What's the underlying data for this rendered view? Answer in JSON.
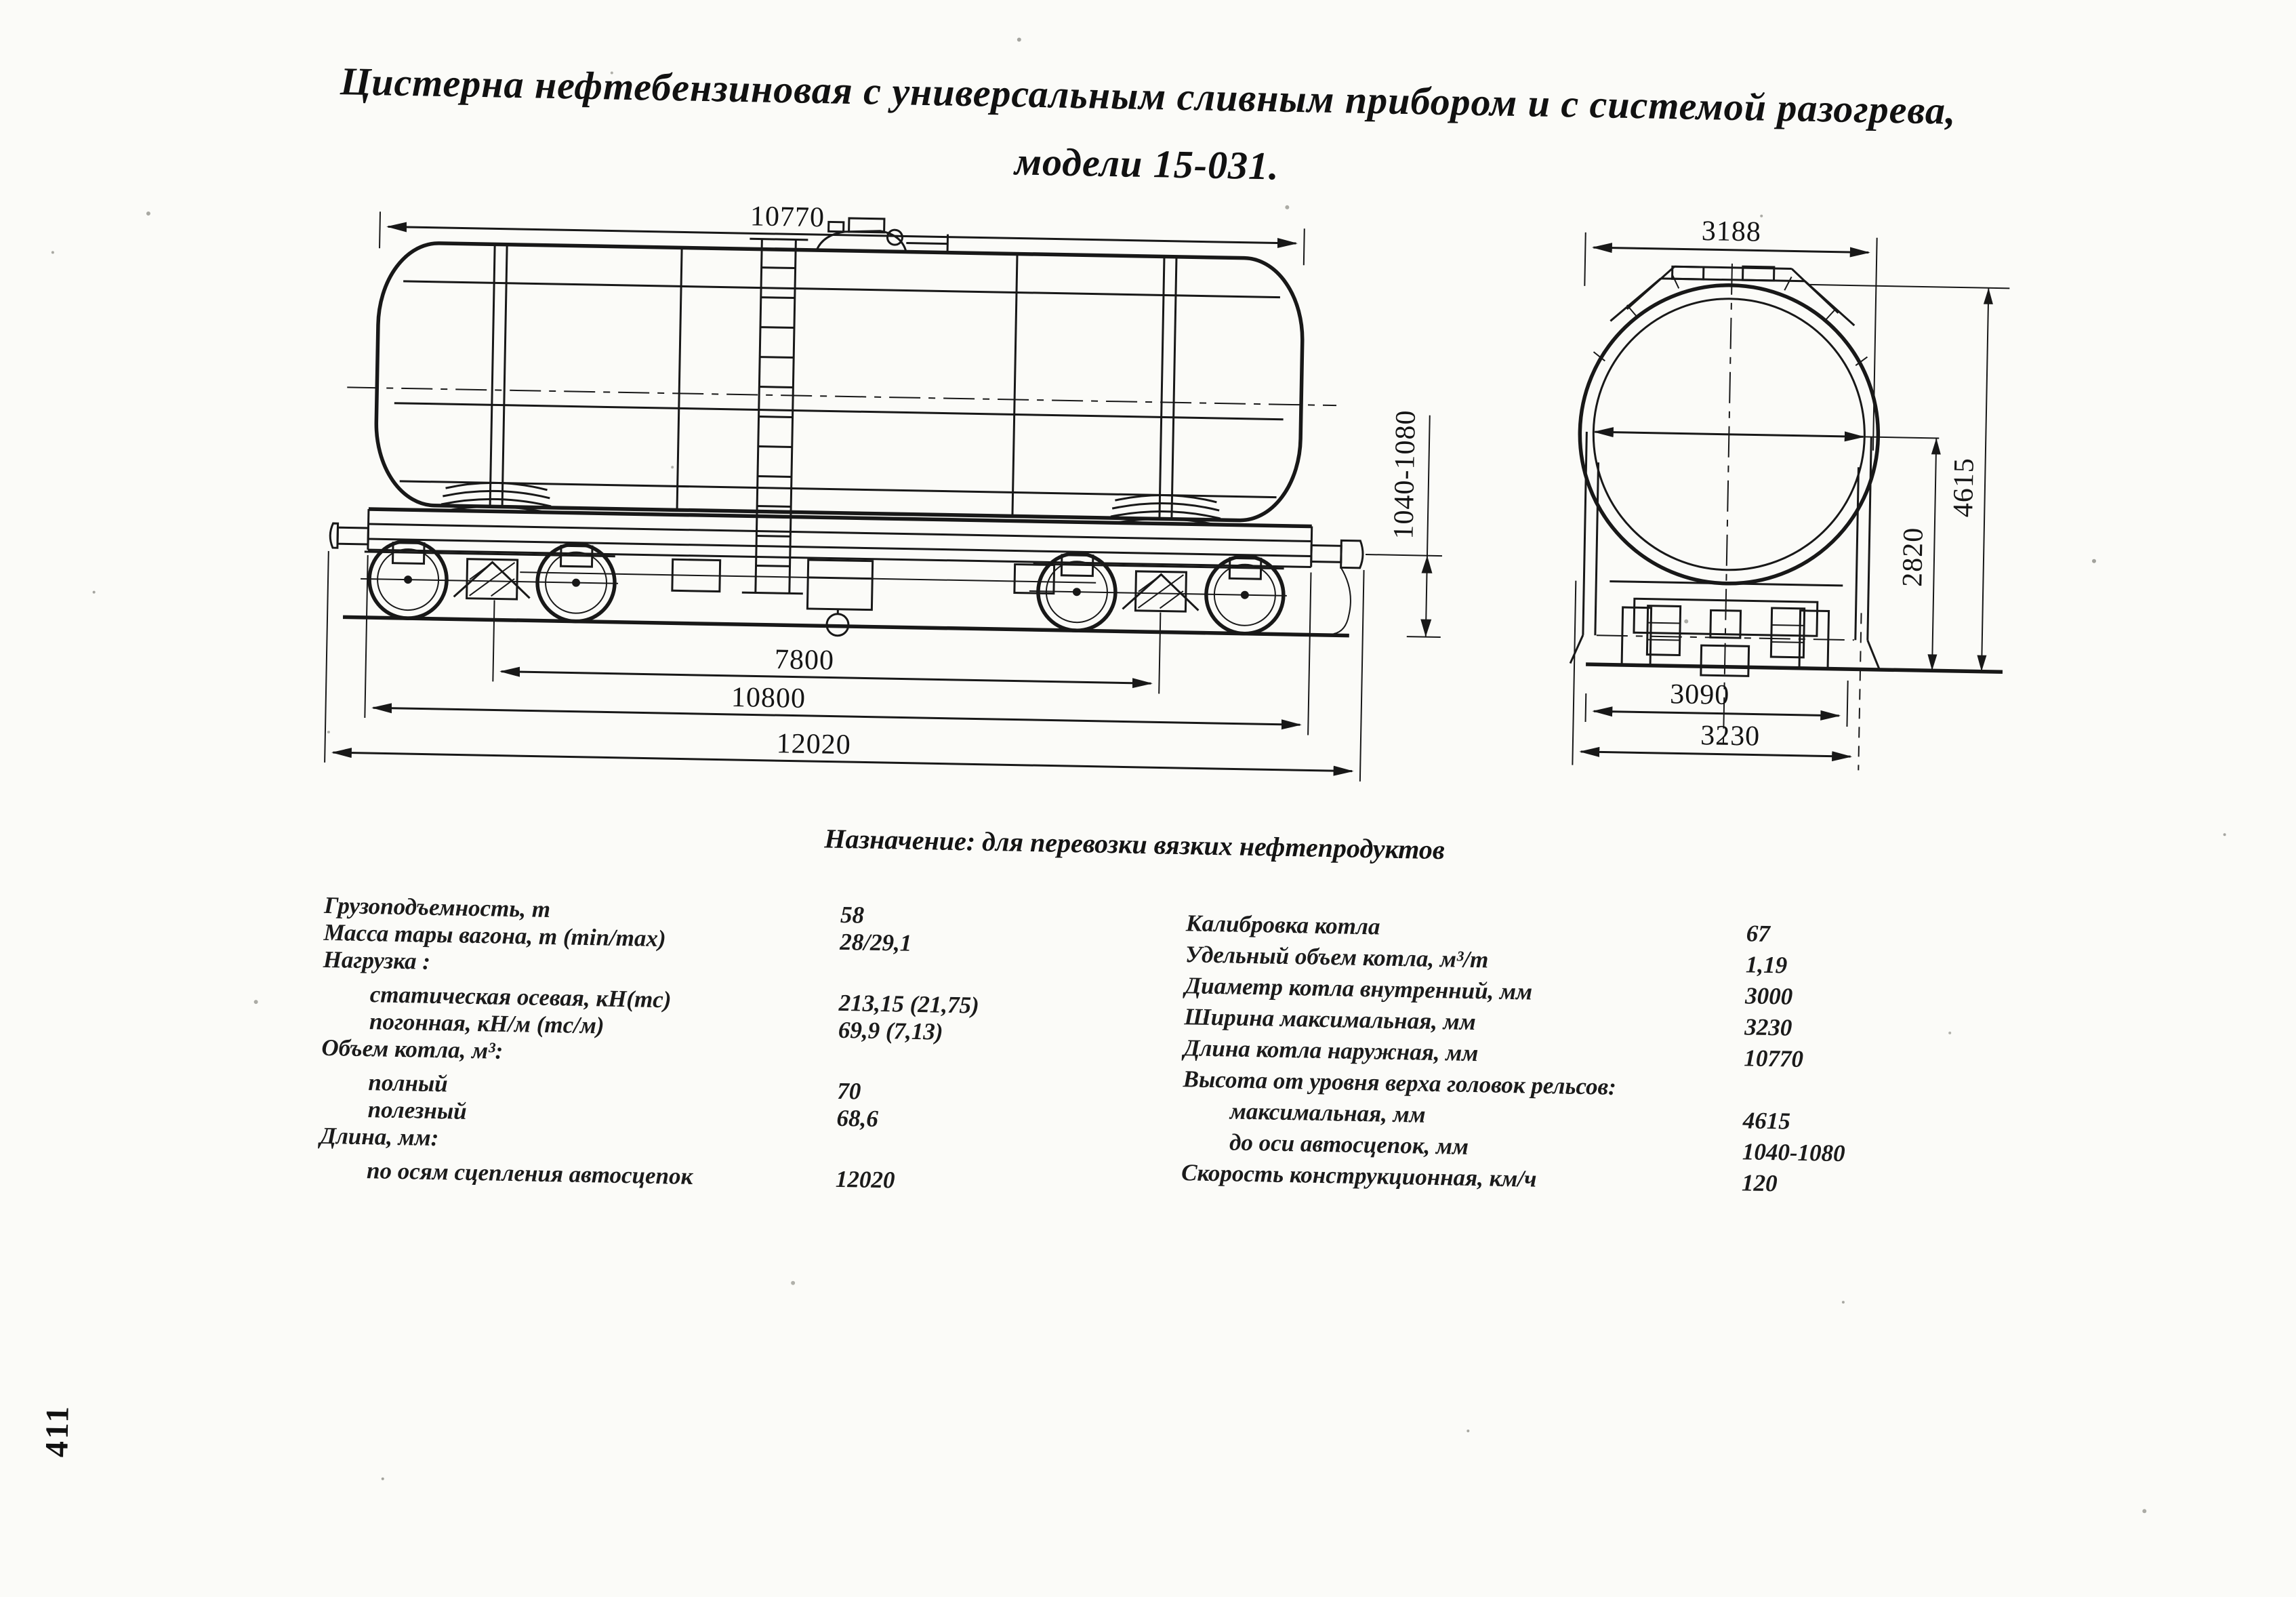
{
  "page": {
    "number": "411",
    "title_line1": "Цистерна нефтебензиновая с универсальным сливным прибором и с системой разогрева,",
    "title_line2": "модели  15-031.",
    "purpose": "Назначение: для перевозки вязких нефтепродуктов"
  },
  "side_view": {
    "dims": {
      "tank_length": "10770",
      "coupler_axis_height": "1040-1080",
      "bogie_centers": "7800",
      "frame_length": "10800",
      "coupler_faces_length": "12020"
    }
  },
  "end_view": {
    "dims": {
      "top_width": "3188",
      "height_max": "4615",
      "axis_height": "2820",
      "frame_width": "3090",
      "max_width": "3230"
    }
  },
  "specs": {
    "left": [
      {
        "label": "Грузоподъемность, т",
        "value": "58"
      },
      {
        "label": "Масса тары вагона, т (min/max)",
        "value": "28/29,1"
      },
      {
        "label": "Нагрузка :",
        "value": ""
      },
      {
        "label": "статическая осевая, кН(тс)",
        "value": "213,15 (21,75)"
      },
      {
        "label": "погонная, кН/м (тс/м)",
        "value": "69,9 (7,13)"
      },
      {
        "label": "Объем котла, м³:",
        "value": ""
      },
      {
        "label": "полный",
        "value": "70"
      },
      {
        "label": "полезный",
        "value": "68,6"
      },
      {
        "label": "Длина, мм:",
        "value": ""
      },
      {
        "label": "по осям сцепления автосцепок",
        "value": "12020"
      }
    ],
    "right": [
      {
        "label": "Калибровка котла",
        "value": "67"
      },
      {
        "label": "Удельный объем котла, м³/т",
        "value": "1,19"
      },
      {
        "label": "Диаметр котла внутренний, мм",
        "value": "3000"
      },
      {
        "label": "Ширина максимальная, мм",
        "value": "3230"
      },
      {
        "label": "Длина котла наружная, мм",
        "value": "10770"
      },
      {
        "label": "Высота от уровня верха головок рельсов:",
        "value": ""
      },
      {
        "label": "максимальная, мм",
        "value": "4615"
      },
      {
        "label": "до оси автосцепок, мм",
        "value": "1040-1080"
      },
      {
        "label": "Скорость конструкционная, км/ч",
        "value": "120"
      }
    ]
  }
}
